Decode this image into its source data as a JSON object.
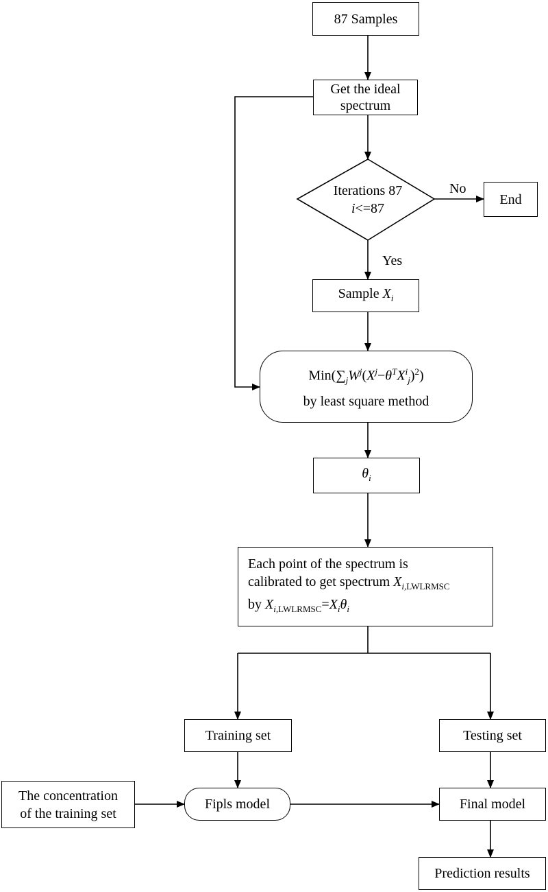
{
  "nodes": {
    "samples": "87 Samples",
    "ideal_line1": "Get the ideal",
    "ideal_line2": "spectrum",
    "decision_line1": "Iterations 87",
    "decision_var": "i",
    "decision_rest": "<=87",
    "end": "End",
    "sample_prefix": "Sample ",
    "sample_var": "X",
    "sample_sub": "i",
    "minimize_line2": "by least square method",
    "theta": "θ",
    "theta_sub": "i",
    "calib_line1": "Each point of the spectrum is",
    "calib_line2_prefix": "calibrated to get spectrum ",
    "calib_var": "X",
    "calib_sub": "i,",
    "calib_sub_label": "LWLRMSC",
    "calib_line3_prefix": "by ",
    "calib_line3_eq": "=",
    "training": "Training set",
    "testing": "Testing set",
    "concentration_line1": "The concentration",
    "concentration_line2": "of the training set",
    "fipls": "Fipls model",
    "final": "Final model",
    "prediction": "Prediction results"
  },
  "labels": {
    "no": "No",
    "yes": "Yes"
  },
  "formula": {
    "min": "Min(",
    "sum": "∑",
    "sum_sub": "j",
    "w": "W",
    "w_sup": "j",
    "open": "(",
    "x": "X",
    "x_sup": "j",
    "minus": "−",
    "theta": "θ",
    "t_sup": "T",
    "x2": "X",
    "x2_sup": "i",
    "x2_sub": "j",
    "close": ")",
    "sq": "2",
    "end": ")"
  }
}
